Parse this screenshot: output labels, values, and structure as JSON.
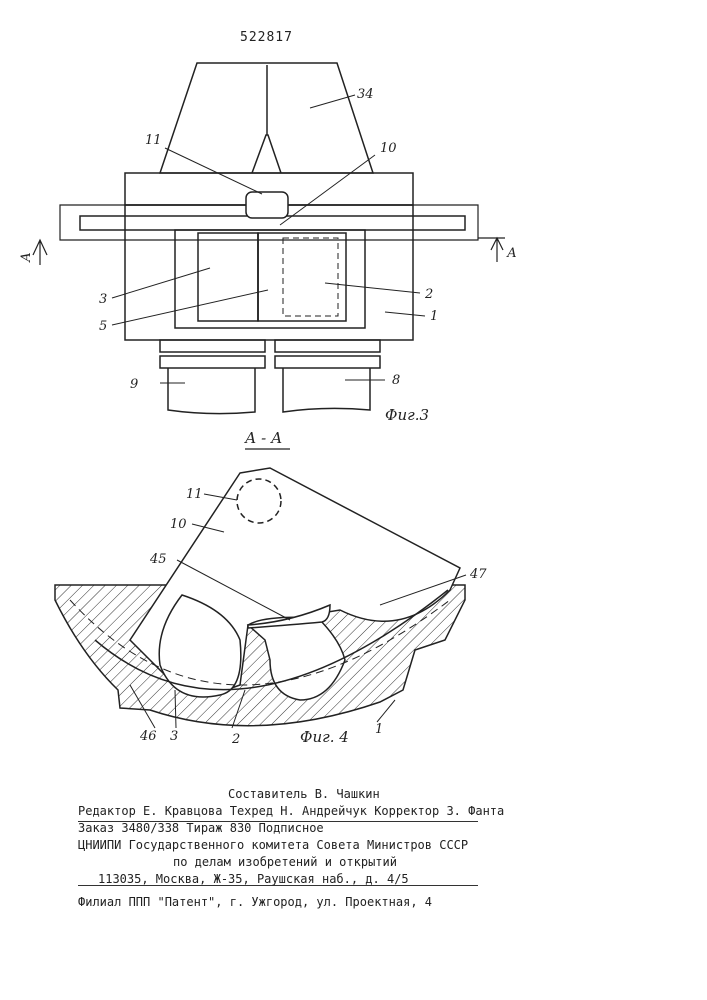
{
  "header": {
    "patent_number": "522817"
  },
  "figure3": {
    "caption": "Фиг.3",
    "section_marker": "А",
    "labels": {
      "l34": "34",
      "l11": "11",
      "l10": "10",
      "l3": "3",
      "l5": "5",
      "l2": "2",
      "l1": "1",
      "l9": "9",
      "l8": "8"
    }
  },
  "figure4": {
    "section_title": "А - А",
    "caption": "Фиг. 4",
    "labels": {
      "l11": "11",
      "l10": "10",
      "l45": "45",
      "l47": "47",
      "l46": "46",
      "l3": "3",
      "l2": "2",
      "l1": "1"
    }
  },
  "imprint": {
    "compiler": "Составитель   В. Чашкин",
    "editors": "Редактор Е. Кравцова Техред Н. Андрейчук Корректор  З. Фанта",
    "order_line": "Заказ 3480/338      Тираж 830          Подписное",
    "institute": "ЦНИИПИ Государственного комитета Совета Министров СССР",
    "affairs": "по делам изобретений и открытий",
    "address": "113035, Москва, Ж-35, Раушская наб., д. 4/5",
    "branch": "Филиал ППП \"Патент\", г. Ужгород, ул. Проектная, 4"
  }
}
